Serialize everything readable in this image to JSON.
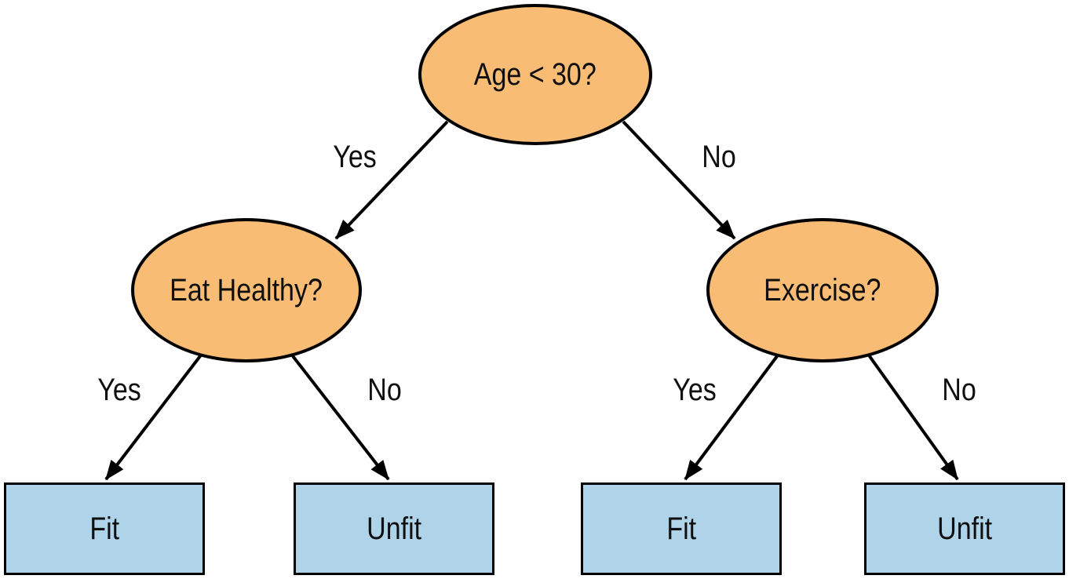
{
  "diagram": {
    "type": "decision-tree",
    "background": "#ffffff",
    "colors": {
      "decision_fill": "#F8BC74",
      "outcome_fill": "#AFD3E9",
      "stroke": "#000000",
      "text": "#0f0f0f"
    },
    "nodes": {
      "root": {
        "label": "Age < 30?",
        "shape": "ellipse",
        "role": "decision"
      },
      "eat_healthy": {
        "label": "Eat Healthy?",
        "shape": "ellipse",
        "role": "decision"
      },
      "exercise": {
        "label": "Exercise?",
        "shape": "ellipse",
        "role": "decision"
      },
      "fit_left": {
        "label": "Fit",
        "shape": "rect",
        "role": "outcome"
      },
      "unfit_left": {
        "label": "Unfit",
        "shape": "rect",
        "role": "outcome"
      },
      "fit_right": {
        "label": "Fit",
        "shape": "rect",
        "role": "outcome"
      },
      "unfit_right": {
        "label": "Unfit",
        "shape": "rect",
        "role": "outcome"
      }
    },
    "edges": {
      "root_yes": {
        "from": "Age < 30?",
        "to": "Eat Healthy?",
        "label": "Yes"
      },
      "root_no": {
        "from": "Age < 30?",
        "to": "Exercise?",
        "label": "No"
      },
      "eat_yes": {
        "from": "Eat Healthy?",
        "to": "Fit",
        "label": "Yes"
      },
      "eat_no": {
        "from": "Eat Healthy?",
        "to": "Unfit",
        "label": "No"
      },
      "exercise_yes": {
        "from": "Exercise?",
        "to": "Fit",
        "label": "Yes"
      },
      "exercise_no": {
        "from": "Exercise?",
        "to": "Unfit",
        "label": "No"
      }
    }
  }
}
